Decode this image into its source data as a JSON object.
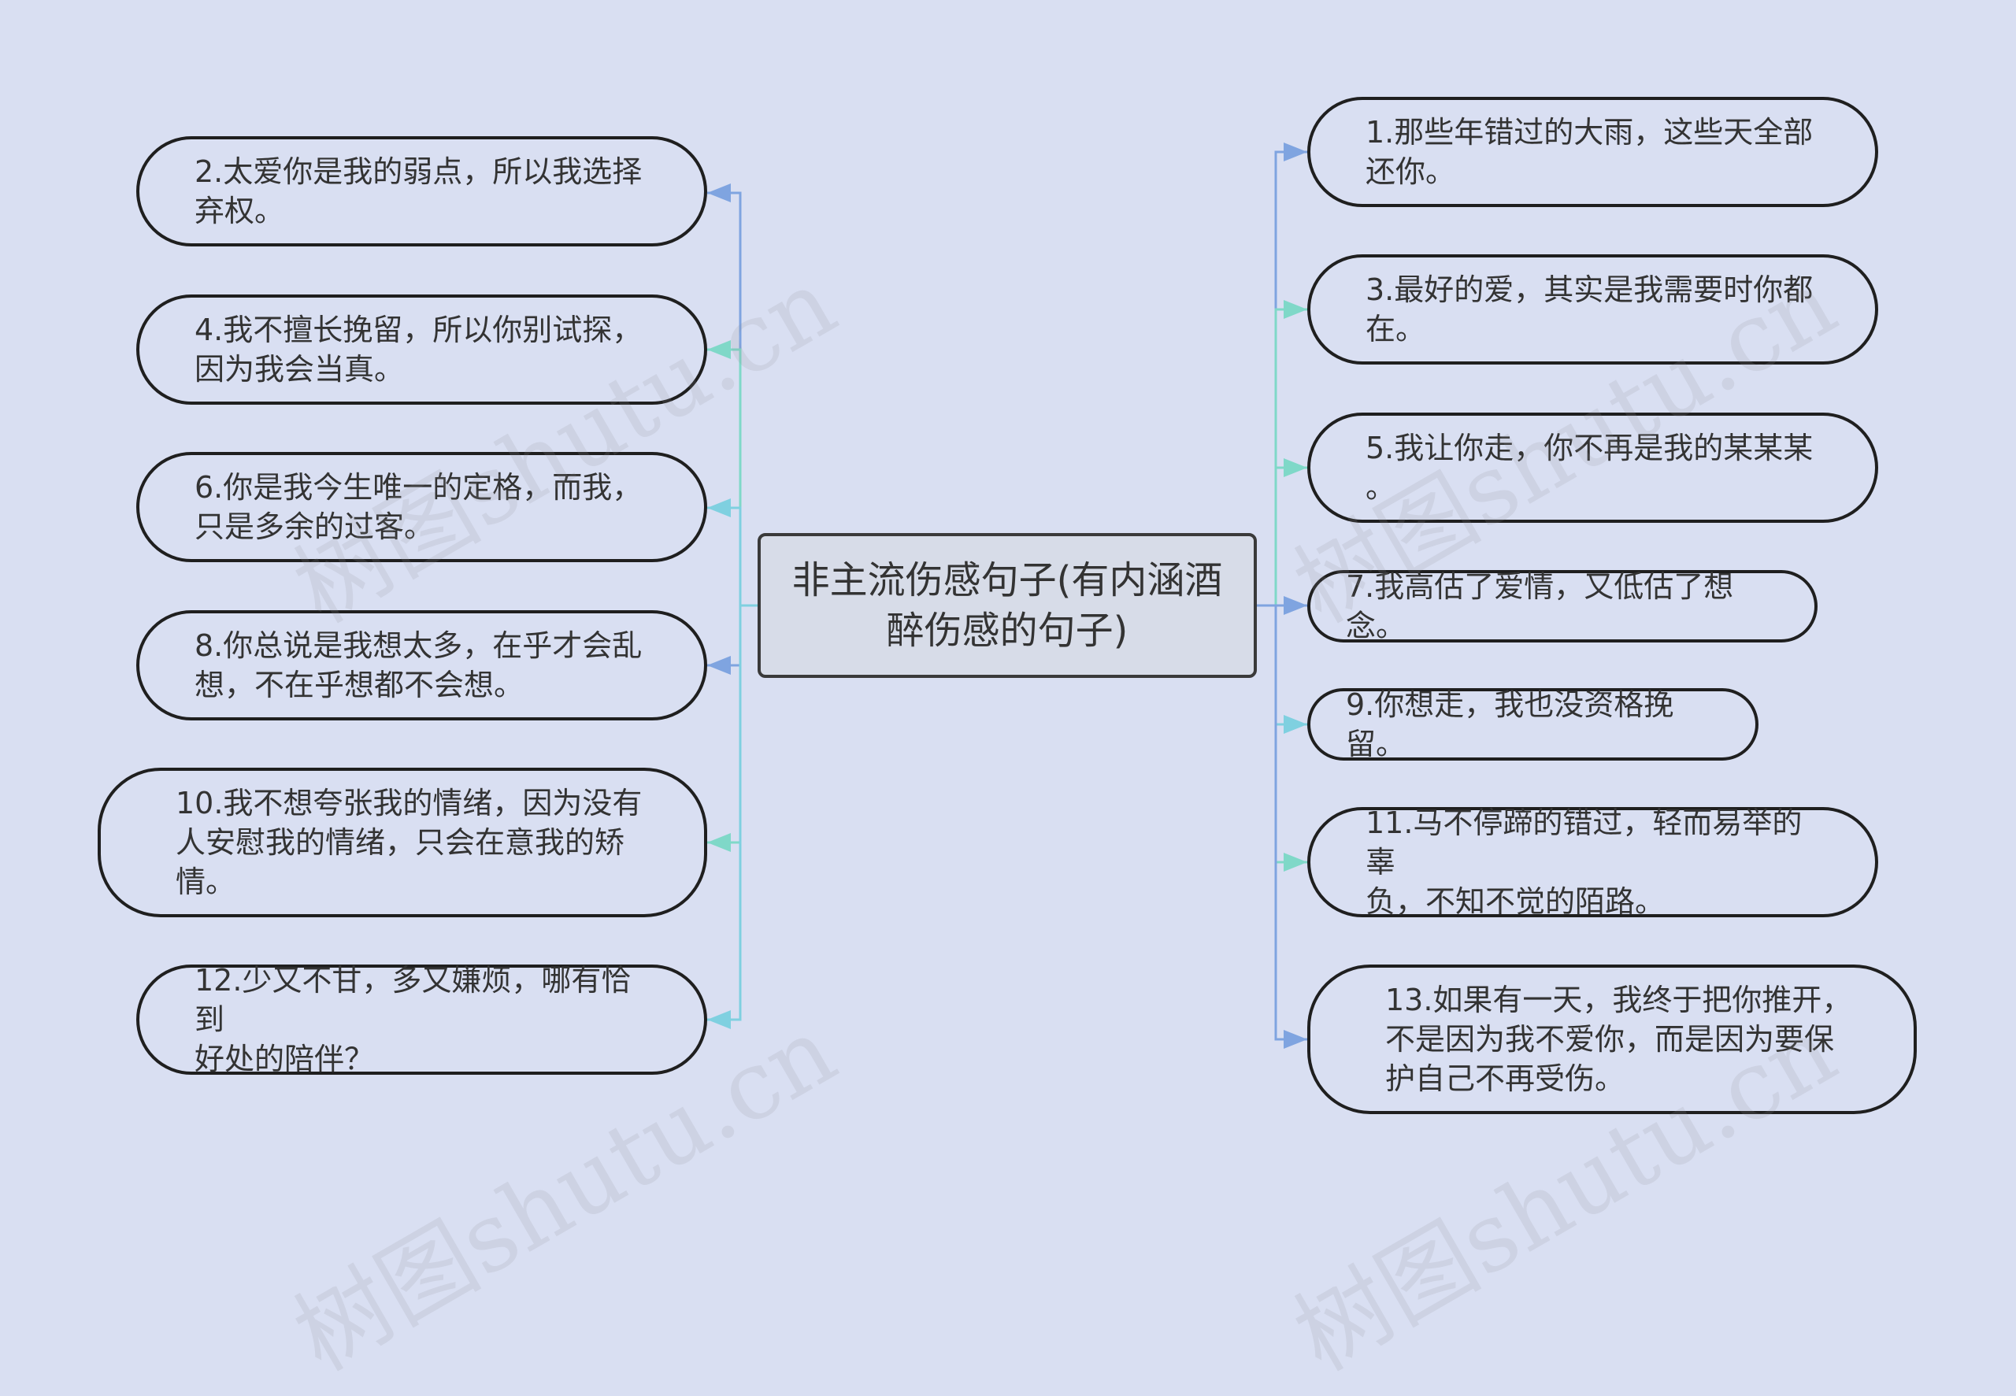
{
  "center": {
    "text": "非主流伤感句子(有内涵酒醉伤感的句子)"
  },
  "left_nodes": [
    {
      "text": "2.太爱你是我的弱点，所以我选择\n弃权。"
    },
    {
      "text": "4.我不擅长挽留，所以你别试探，\n因为我会当真。"
    },
    {
      "text": "6.你是我今生唯一的定格，而我，\n只是多余的过客。"
    },
    {
      "text": "8.你总说是我想太多，在乎才会乱\n想，不在乎想都不会想。"
    },
    {
      "text": "10.我不想夸张我的情绪，因为没有\n人安慰我的情绪，只会在意我的矫\n情。"
    },
    {
      "text": "12.少又不甘，多又嫌烦，哪有恰到\n好处的陪伴？"
    }
  ],
  "right_nodes": [
    {
      "text": "1.那些年错过的大雨，这些天全部\n还你。"
    },
    {
      "text": "3.最好的爱，其实是我需要时你都\n在。"
    },
    {
      "text": "5.我让你走，你不再是我的某某某\n。"
    },
    {
      "text": "7.我高估了爱情，又低估了想念。"
    },
    {
      "text": "9.你想走，我也没资格挽留。"
    },
    {
      "text": "11.马不停蹄的错过，轻而易举的辜\n负，不知不觉的陌路。"
    },
    {
      "text": "13.如果有一天，我终于把你推开，\n不是因为我不爱你，而是因为要保\n护自己不再受伤。"
    }
  ],
  "watermark": {
    "text": "树图shutu.cn"
  },
  "colors": {
    "background": "#d9dff2",
    "center_fill": "#d7dce8",
    "connector_blue": "#7fa4e0",
    "connector_cyan": "#7fd0e0",
    "connector_teal": "#7fd8c8"
  }
}
